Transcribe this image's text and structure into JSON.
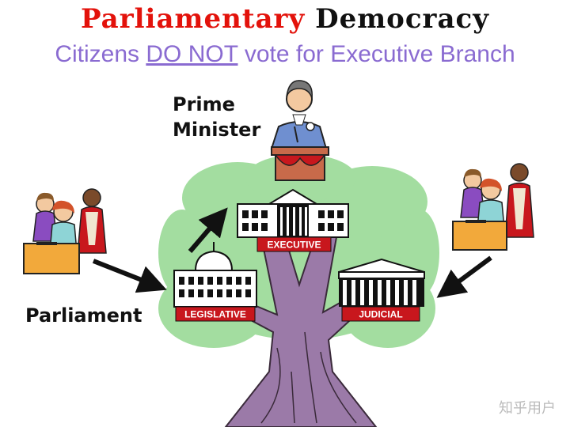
{
  "title": {
    "part1": "Parliamentary",
    "part2": "Democracy"
  },
  "subtitle": {
    "prefix": "Citizens",
    "emphasis": "DO NOT",
    "suffix": "vote for Executive Branch"
  },
  "labels": {
    "prime_minister_line1": "Prime",
    "prime_minister_line2": "Minister",
    "parliament": "Parliament"
  },
  "branches": {
    "executive": "EXECUTIVE",
    "legislative": "LEGISLATIVE",
    "judicial": "JUDICIAL"
  },
  "watermark": "知乎用户",
  "colors": {
    "title_red": "#e3120b",
    "subtitle_purple": "#8a6bd1",
    "foliage": "#a3dda0",
    "trunk": "#9b7aa8",
    "banner_red": "#c8171d"
  }
}
